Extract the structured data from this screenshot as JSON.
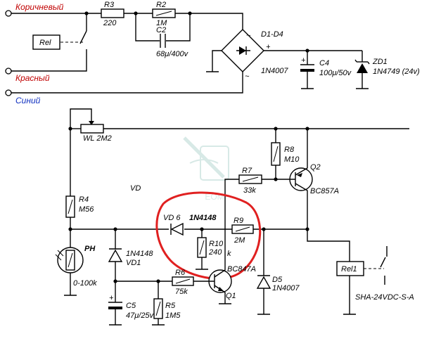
{
  "terminals": {
    "brown": "Коричневый",
    "red": "Красный",
    "blue": "Синий"
  },
  "colors": {
    "brown_label": "#c00000",
    "red_label": "#c00000",
    "blue_label": "#1030c0",
    "highlight": "#e02020"
  },
  "components": {
    "rel_top": "Rel",
    "r3_name": "R3",
    "r3_value": "220",
    "r2_name": "R2",
    "r2_value": "1M",
    "c2_name": "C2",
    "c2_value": "68μ/400v",
    "bridge_name": "D1-D4",
    "bridge_part": "1N4007",
    "c4_name": "C4",
    "c4_value": "100μ/50v",
    "zd1_name": "ZD1",
    "zd1_part": "1N4749 (24v)",
    "wl_name": "WL 2M2",
    "r8_name": "R8",
    "r8_value": "M10",
    "q2_name": "Q2",
    "q2_part": "BC857A",
    "r7_name": "R7",
    "r7_value": "33k",
    "vd_label": "VD",
    "r4_name": "R4",
    "r4_value": "M56",
    "vd6_name": "VD 6",
    "vd6_part": "1N4148",
    "r9_name": "R9",
    "r9_value": "2M",
    "r10_name": "R10",
    "r10_value": "240",
    "k_label": "k",
    "ph_name": "PH",
    "ph_range": "0-100k",
    "vd1_part": "1N4148",
    "vd1_name": "VD1",
    "r6_name": "R6",
    "r6_value": "75k",
    "q1_part": "BC847A",
    "q1_name": "Q1",
    "d5_name": "D5",
    "d5_part": "1N4007",
    "rel1_name": "Rel1",
    "relay_part": "SHA-24VDC-S-A",
    "c5_name": "C5",
    "c5_value": "47μ/25v",
    "r5_name": "R5",
    "r5_value": "1M5"
  },
  "polarity": {
    "plus": "+"
  },
  "icons": {
    "watermark": "soldering-iron-logo"
  }
}
